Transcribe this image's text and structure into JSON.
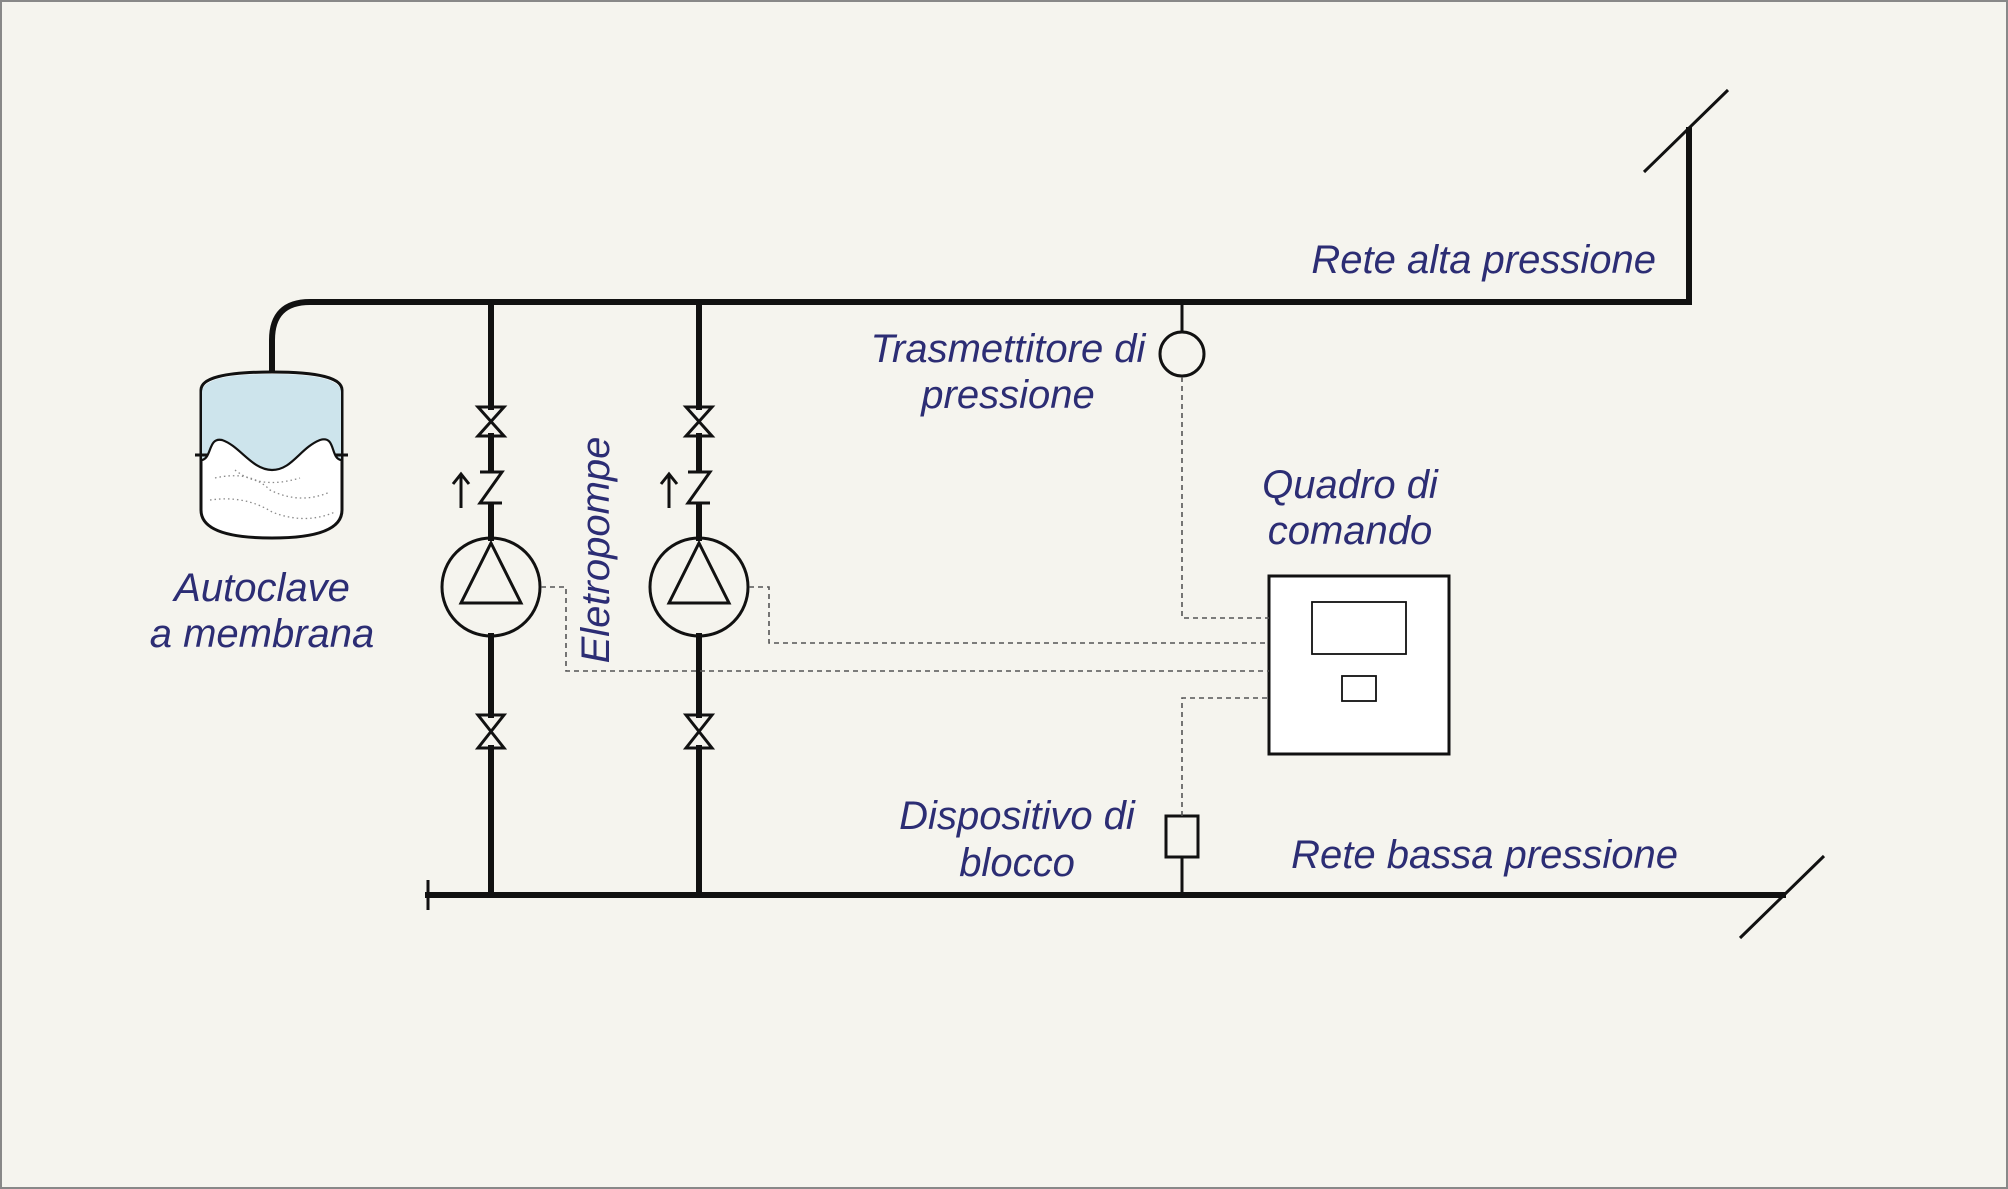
{
  "labels": {
    "high_network": "Rete alta pressione",
    "low_network": "Rete bassa pressione",
    "transmitter_line1": "Trasmettitore di",
    "transmitter_line2": "pressione",
    "panel_line1": "Quadro di",
    "panel_line2": "comando",
    "tank_line1": "Autoclave",
    "tank_line2": "a membrana",
    "pumps": "Eletropompe",
    "lock_line1": "Dispositivo di",
    "lock_line2": "blocco"
  },
  "colors": {
    "background": "#f5f4ee",
    "label": "#2c2d74",
    "line": "#111111",
    "water": "#cde4ec",
    "tank_fill": "#ffffff"
  }
}
